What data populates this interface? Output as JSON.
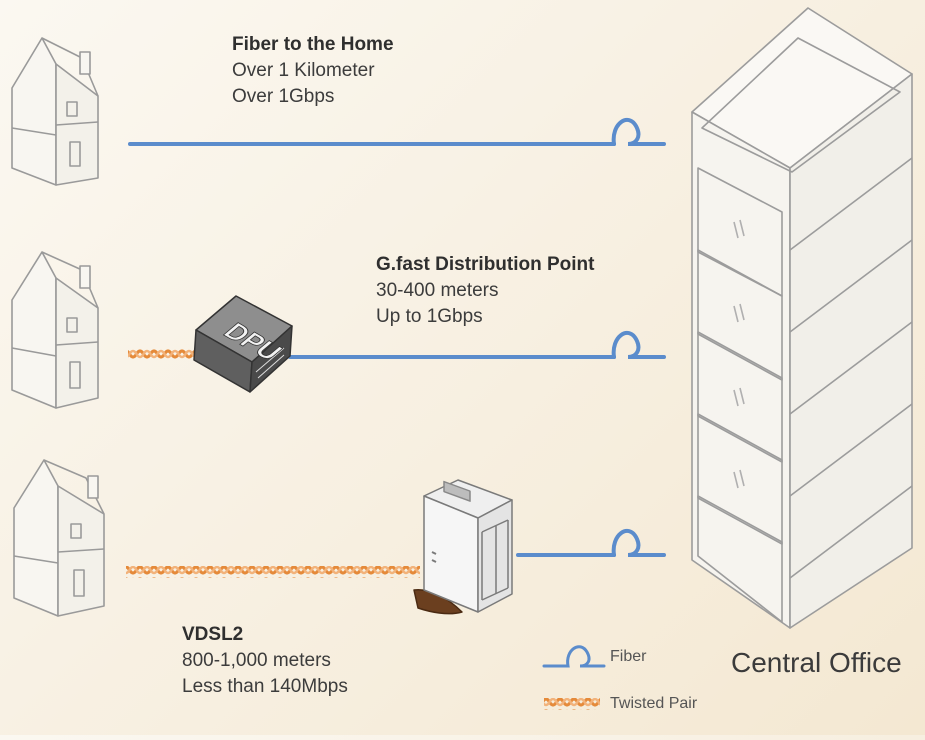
{
  "tiers": [
    {
      "title": "Fiber to the Home",
      "lines": [
        "Over 1 Kilometer",
        "Over 1Gbps"
      ]
    },
    {
      "title": "G.fast Distribution Point",
      "lines": [
        "30-400 meters",
        "Up to 1Gbps"
      ]
    },
    {
      "title": "VDSL2",
      "lines": [
        "800-1,000 meters",
        "Less than 140Mbps"
      ]
    }
  ],
  "central_office": {
    "label": "Central Office"
  },
  "dpu": {
    "label": "DPU"
  },
  "legend": [
    {
      "label": "Fiber"
    },
    {
      "label": "Twisted Pair"
    }
  ],
  "colors": {
    "fiber": "#5b8ccc",
    "twisted_pair": "#e58a3a",
    "sketch": "#9a9a9a",
    "cabinet_base": "#6b3f1f"
  }
}
